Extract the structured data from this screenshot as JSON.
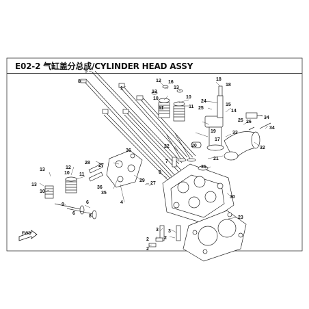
{
  "diagram": {
    "code": "E02-2",
    "title": "气缸盖分总成/CYLINDER HEAD ASSY",
    "forward_mark": "FWD"
  },
  "callouts": [
    "1",
    "2",
    "3",
    "4",
    "5",
    "6",
    "7",
    "8",
    "9",
    "10",
    "11",
    "12",
    "13",
    "14",
    "15",
    "16",
    "17",
    "18",
    "19",
    "20",
    "21",
    "22",
    "23",
    "24",
    "25",
    "26",
    "27",
    "28",
    "29",
    "30",
    "31",
    "32",
    "33",
    "34",
    "35",
    "36"
  ],
  "colors": {
    "line": "#222222",
    "fill": "#ffffff",
    "accent": "#111111"
  }
}
